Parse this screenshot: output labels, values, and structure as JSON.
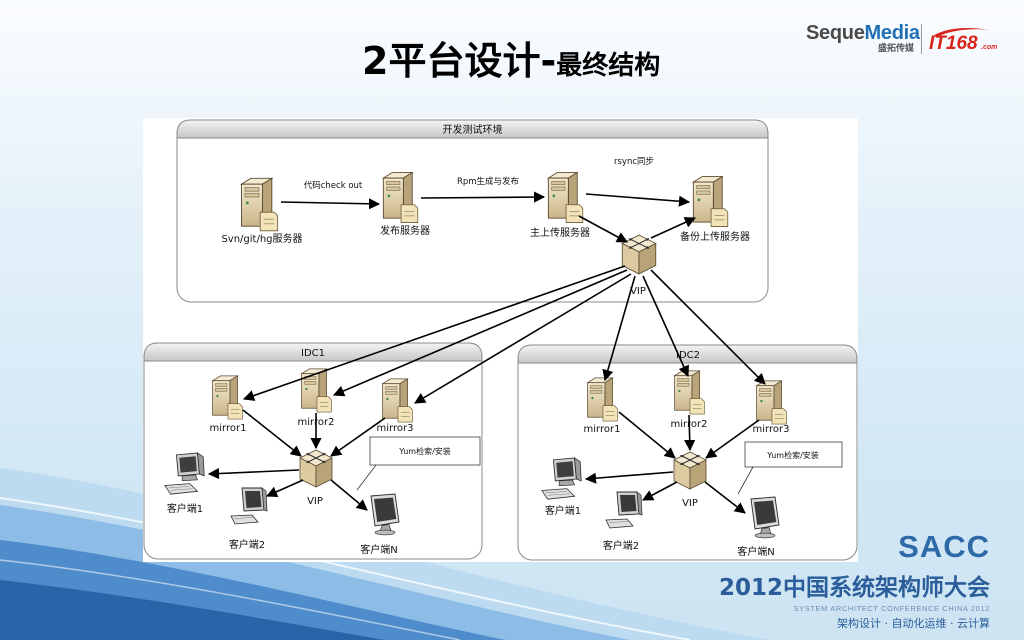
{
  "title": {
    "main": "2平台设计-",
    "sub": "最终结构"
  },
  "brand": {
    "seque_a": "Seque",
    "seque_b": "Media",
    "seque_cn": "盛拓传媒",
    "it168": "IT168",
    "it168_suffix": ".com"
  },
  "diagram": {
    "dev": {
      "title": "开发测试环境",
      "svn": "Svn/git/hg服务器",
      "publish": "发布服务器",
      "master": "主上传服务器",
      "backup": "备份上传服务器",
      "vip": "VIP",
      "edge_checkout": "代码check out",
      "edge_rpm": "Rpm生成与发布",
      "edge_rsync": "rsync同步"
    },
    "idc1": {
      "title": "IDC1",
      "mirrors": [
        "mirror1",
        "mirror2",
        "mirror3"
      ],
      "vip": "VIP",
      "yum": "Yum检索/安装",
      "clients": [
        "客户端1",
        "客户端2",
        "客户端N"
      ]
    },
    "idc2": {
      "title": "IDC2",
      "mirrors": [
        "mirror1",
        "mirror2",
        "mirror3"
      ],
      "vip": "VIP",
      "yum": "Yum检索/安装",
      "clients": [
        "客户端1",
        "客户端2",
        "客户端N"
      ]
    }
  },
  "conference": {
    "logo": "SACC",
    "name": "2012中国系统架构师大会",
    "name_en": "SYSTEM ARCHITECT CONFERENCE CHINA 2012",
    "tagline": "架构设计 · 自动化运维 · 云计算"
  },
  "icons": {
    "server": "server-icon",
    "switch": "switch-icon",
    "client_crt": "crt-computer-icon",
    "client_desktop": "desktop-computer-icon",
    "client_lcd": "lcd-monitor-icon",
    "arrow": "arrowhead-icon"
  },
  "colors": {
    "title": "#000000",
    "brand_gray": "#4a4a4a",
    "brand_blue": "#1f6fb5",
    "it168_red": "#d9241c",
    "conference_blue": "#2f6aa8",
    "wave_light": "#bcdaf0",
    "wave_mid": "#4f8ccc",
    "wave_dark": "#2a64a8",
    "server_beige": "#e6d6b0"
  }
}
